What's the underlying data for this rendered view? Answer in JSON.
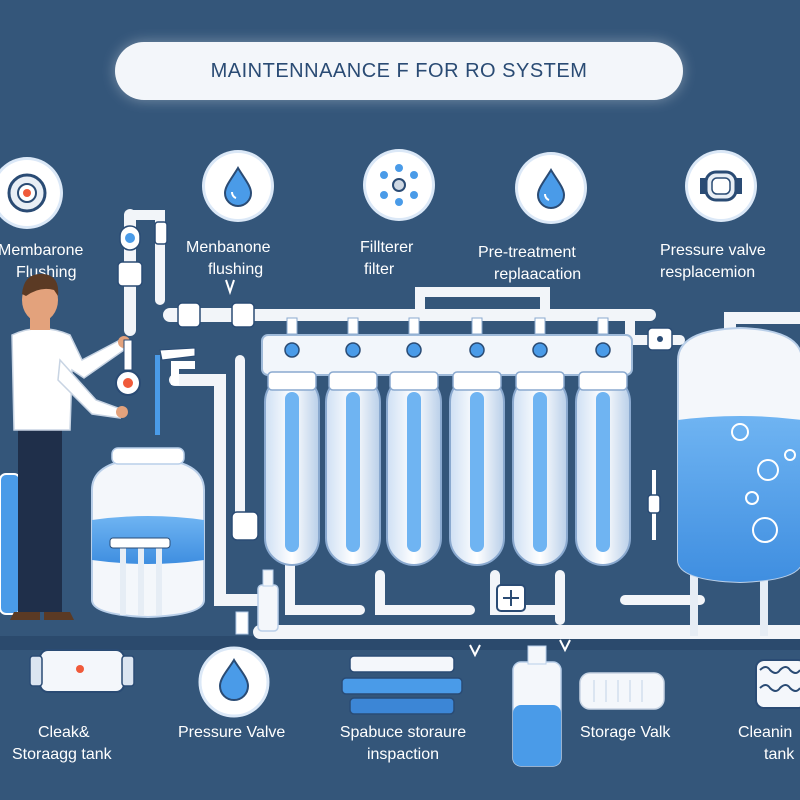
{
  "title": "MAINTENNAANCE F FOR RO SYSTEM",
  "top_labels": [
    {
      "line1": "Membarone",
      "line2": "Flushing",
      "icon": "target-icon"
    },
    {
      "line1": "Menbanone",
      "line2": "flushing",
      "icon": "water-drop-icon"
    },
    {
      "line1": "Fillterer",
      "line2": "filter",
      "icon": "filter-media-icon"
    },
    {
      "line1": "Pre-treatment",
      "line2": "replaacation",
      "icon": "water-drop-icon"
    },
    {
      "line1": "Pressure valve",
      "line2": "resplacemion",
      "icon": "pressure-valve-icon"
    }
  ],
  "bottom_labels": [
    {
      "line1": "Cleak&",
      "line2": "Storaagg tank",
      "icon": "connector-icon"
    },
    {
      "line1": "Pressure Valve",
      "line2": "",
      "icon": "water-drop-icon"
    },
    {
      "line1": "Spabuce storaure",
      "line2": "inspaction",
      "icon": "cartridge-stack-icon"
    },
    {
      "line1": "Storage Valk",
      "line2": "",
      "icon": "bottle-icon"
    },
    {
      "line1": "Cleanin",
      "line2": "tank",
      "icon": "spring-cartridge-icon"
    }
  ],
  "colors": {
    "background": "#34567a",
    "banner": "#f3f6fa",
    "banner_text": "#2a4b74",
    "water": "#4a9be8",
    "pipe": "#f2f5f9"
  }
}
